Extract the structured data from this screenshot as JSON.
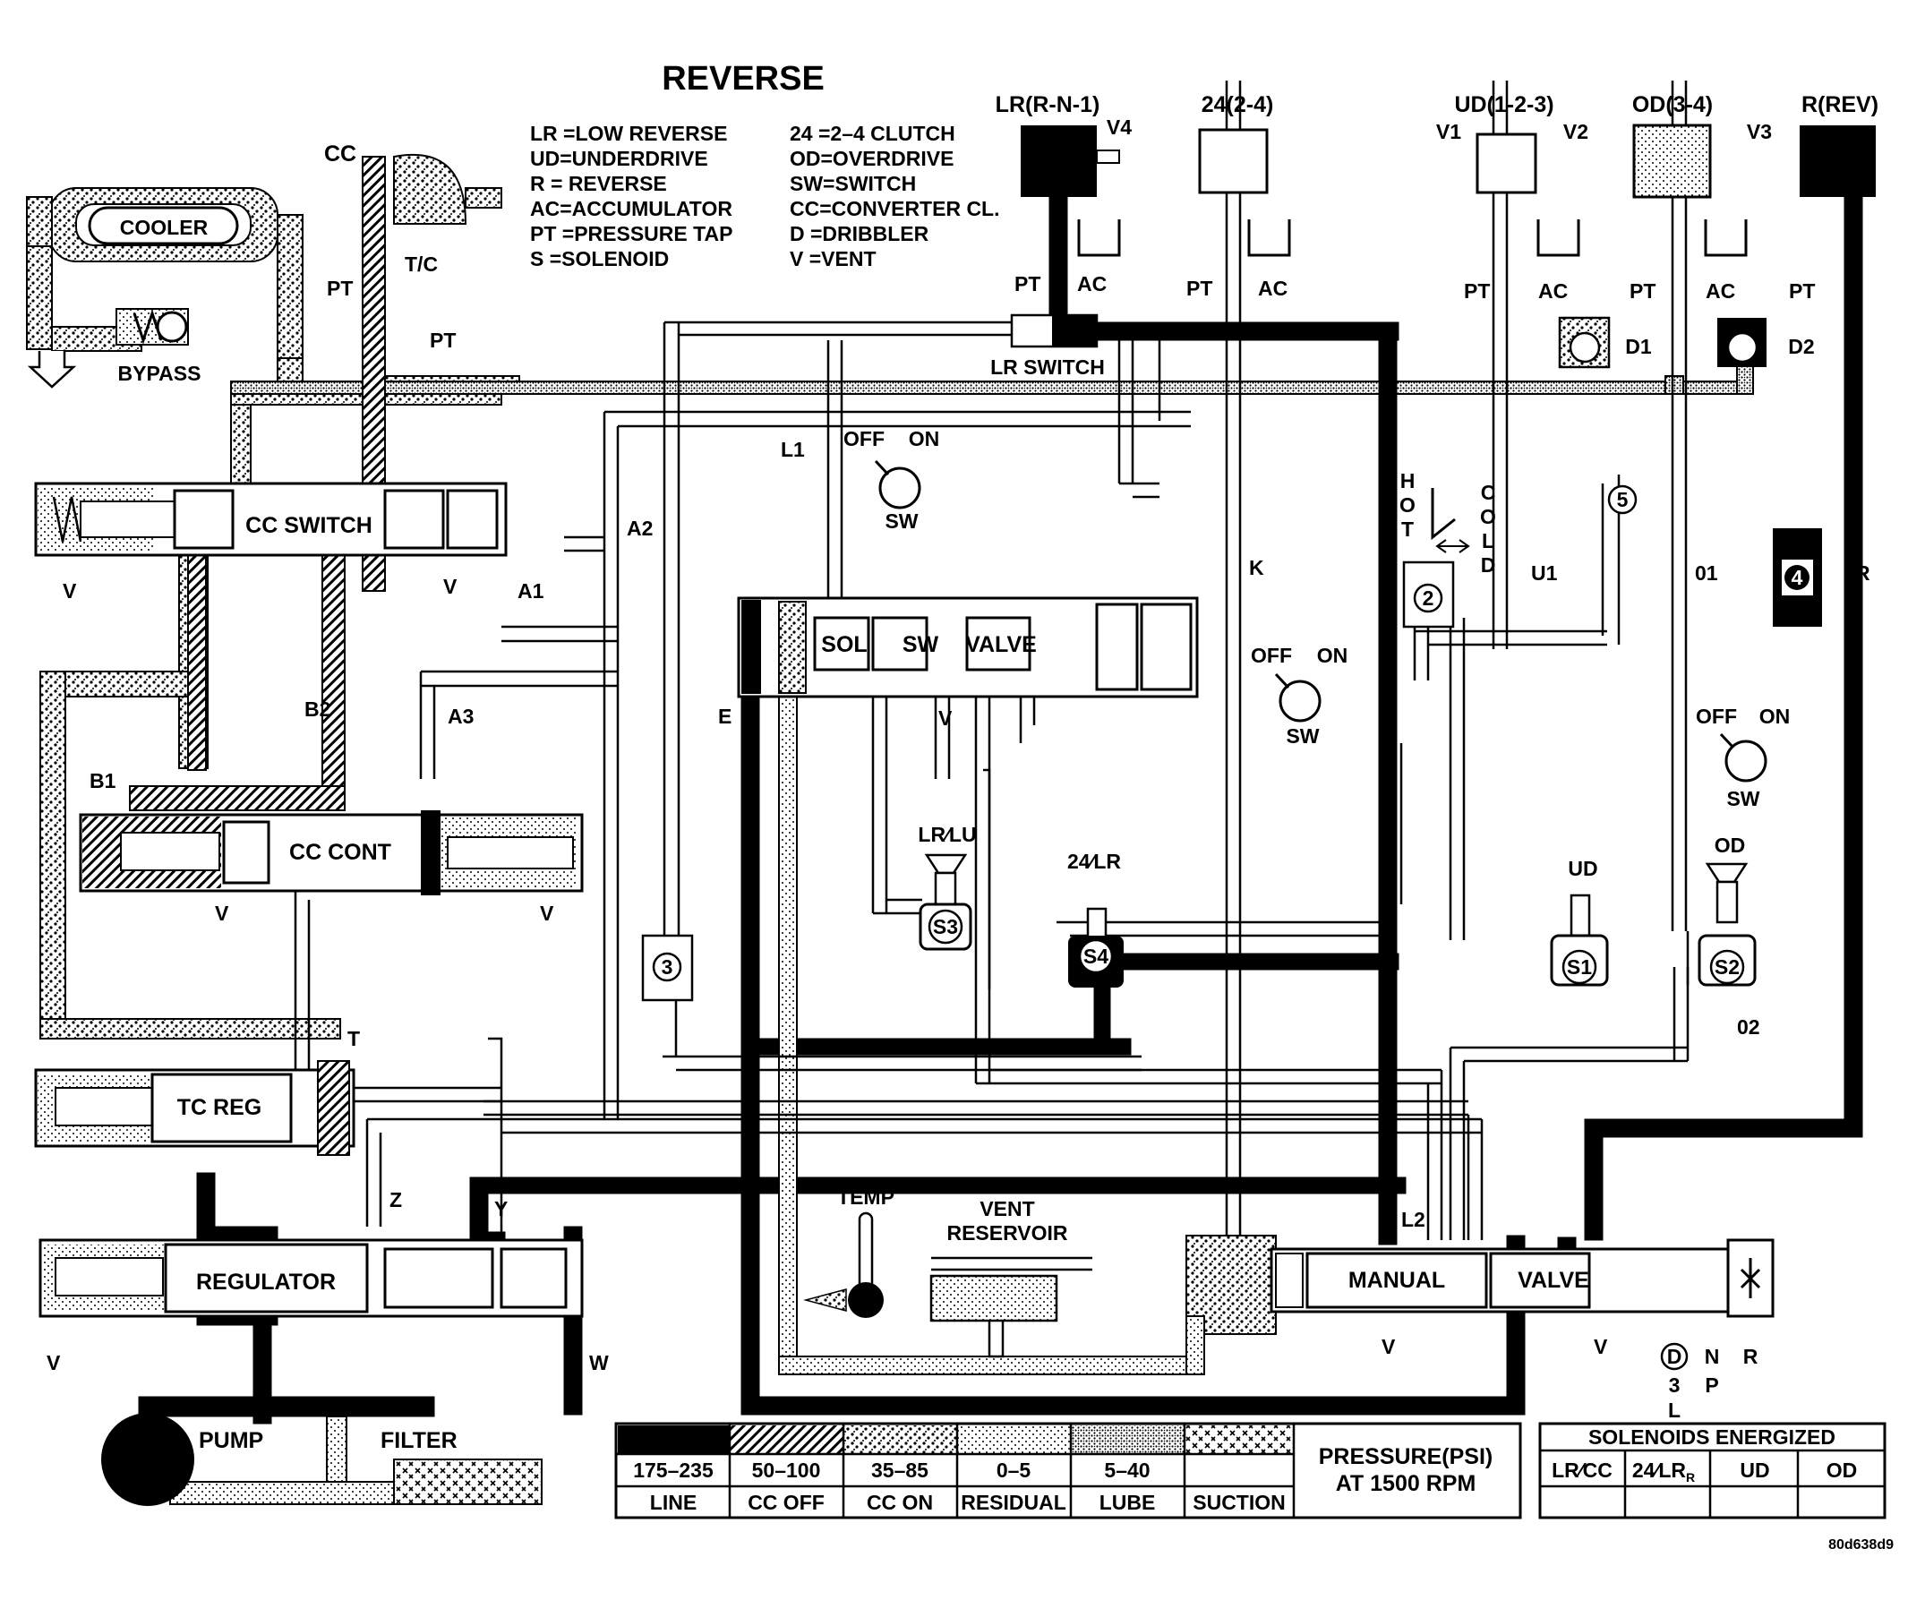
{
  "title": "REVERSE",
  "abbreviations": [
    "LR =LOW REVERSE",
    "UD=UNDERDRIVE",
    "R  = REVERSE",
    "AC=ACCUMULATOR",
    "PT =PRESSURE TAP",
    "S   =SOLENOID",
    "24  =2–4 CLUTCH",
    "OD=OVERDRIVE",
    "SW=SWITCH",
    "CC=CONVERTER CL.",
    "D   =DRIBBLER",
    "V    =VENT"
  ],
  "clutches": {
    "lr": "LR(R-N-1)",
    "c24": "24(2-4)",
    "ud": "UD(1-2-3)",
    "od": "OD(3-4)",
    "rev": "R(REV)",
    "v4": "V4",
    "v1": "V1",
    "v2": "V2",
    "v3": "V3"
  },
  "components": {
    "cooler": "COOLER",
    "bypass": "BYPASS",
    "cc": "CC",
    "tc": "T/C",
    "cc_switch": "CC SWITCH",
    "cc_cont": "CC CONT",
    "tc_reg": "TC REG",
    "regulator": "REGULATOR",
    "pump": "PUMP",
    "filter": "FILTER",
    "lr_switch": "LR SWITCH",
    "sol": "SOL",
    "sw": "SW",
    "valve": "VALVE",
    "manual": "MANUAL",
    "manual_valve": "VALVE",
    "temp": "TEMP",
    "vent_reservoir_1": "VENT",
    "vent_reservoir_2": "RESERVOIR",
    "hot": "HOT",
    "cold": "COLD",
    "d1": "D1",
    "d2": "D2",
    "s1": "S1",
    "s2": "S2",
    "s3": "S3",
    "s4": "S4",
    "lr_lu": "LR⁄LU",
    "s24_lr": "24⁄LR",
    "ud": "UD",
    "od": "OD",
    "circ2": "2",
    "circ3": "3",
    "circ4": "4",
    "circ5": "5",
    "off": "OFF",
    "on": "ON",
    "sw_label": "SW"
  },
  "ports": {
    "pt": "PT",
    "ac": "AC",
    "v": "V",
    "l1": "L1",
    "l2": "L2",
    "a1": "A1",
    "a2": "A2",
    "a3": "A3",
    "b1": "B1",
    "b2": "B2",
    "e": "E",
    "k": "K",
    "u1": "U1",
    "o1": "01",
    "o2": "02",
    "r": "R",
    "t": "T",
    "z": "Z",
    "y": "Y",
    "w": "W",
    "gear_d": "D",
    "gear_3": "3",
    "gear_l": "L",
    "gear_n": "N",
    "gear_p": "P",
    "gear_r": "R"
  },
  "legend": {
    "ranges": [
      "175–235",
      "50–100",
      "35–85",
      "0–5",
      "5–40",
      ""
    ],
    "names": [
      "LINE",
      "CC OFF",
      "CC ON",
      "RESIDUAL",
      "LUBE",
      "SUCTION"
    ],
    "pressure_title_1": "PRESSURE(PSI)",
    "pressure_title_2": "AT 1500 RPM"
  },
  "solenoids_table": {
    "title": "SOLENOIDS ENERGIZED",
    "columns": [
      "LR⁄CC",
      "24⁄LR",
      "UD",
      "OD"
    ],
    "subscripts": [
      "",
      "R",
      "",
      ""
    ]
  },
  "figure_code": "80d638d9"
}
